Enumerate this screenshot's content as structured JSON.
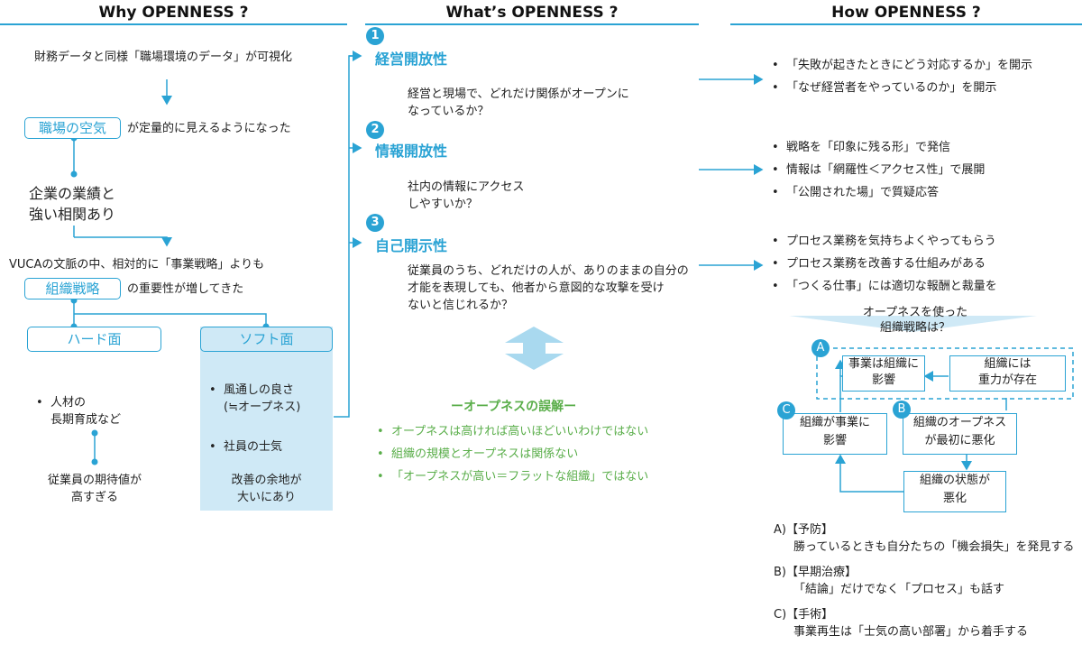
{
  "headers": {
    "why": "Why OPENNESS ?",
    "what": "What’s OPENNESS ?",
    "how": "How OPENNESS ?"
  },
  "left": {
    "top_text": "財務データと同様「職場環境のデータ」が可視化",
    "box1": "職場の空気",
    "box1_text": "が定量的に見えるようになった",
    "corr_line1": "企業の業績と",
    "corr_line2": "強い相関あり",
    "vuca": "VUCAの文脈の中、相対的に「事業戦略」よりも",
    "box2": "組織戦略",
    "box2_text": "の重要性が増してきた",
    "hard": "ハード面",
    "soft": "ソフト面",
    "hard_items": [
      "人材の\n長期育成など"
    ],
    "hard_result": "従業員の期待値が\n高すぎる",
    "soft_items": [
      "風通しの良さ\n(≒オープネス)",
      "社員の士気"
    ],
    "soft_result": "改善の余地が\n大いにあり"
  },
  "middle": {
    "items": [
      {
        "num": "1",
        "title": "経営開放性",
        "desc": "経営と現場で、どれだけ関係がオープンに\nなっているか？"
      },
      {
        "num": "2",
        "title": "情報開放性",
        "desc": "社内の情報にアクセス\nしやすいか？"
      },
      {
        "num": "3",
        "title": "自己開示性",
        "desc": "従業員のうち、どれだけの人が、ありのままの自分の\n才能を表現しても、他者から意図的な攻撃を受け\nないと信じれるか？"
      }
    ],
    "misconception_title": "ーオープネスの誤解ー",
    "misconceptions": [
      "オープネスは高ければ高いほどいいわけではない",
      "組織の規模とオープネスは関係ない",
      "「オープネスが高い＝フラットな組織」ではない"
    ]
  },
  "right": {
    "group1": [
      "「失敗が起きたときにどう対応するか」を開示",
      "「なぜ経営者をやっているのか」を開示"
    ],
    "group2": [
      "戦略を「印象に残る形」で発信",
      "情報は「網羅性＜アクセス性」で展開",
      "「公開された場」で質疑応答"
    ],
    "group3": [
      "プロセス業務を気持ちよくやってもらう",
      "プロセス業務を改善する仕組みがある",
      "「つくる仕事」には適切な報酬と裁量を"
    ],
    "question": "オープネスを使った\n組織戦略は？",
    "cycle": {
      "a_label": "A",
      "b_label": "B",
      "c_label": "C",
      "box_biz": "事業は組織に\n影響",
      "box_gravity": "組織には\n重力が存在",
      "box_org_biz": "組織が事業に\n影響",
      "box_open_bad": "組織のオープネス\nが最初に悪化",
      "box_state_bad": "組織の状態が\n悪化"
    },
    "notes": [
      {
        "head": "A)【予防】",
        "body": "勝っているときも自分たちの「機会損失」を発見する"
      },
      {
        "head": "B)【早期治療】",
        "body": "「結論」だけでなく「プロセス」も話す"
      },
      {
        "head": "C)【手術】",
        "body": "事業再生は「士気の高い部署」から着手する"
      }
    ]
  },
  "colors": {
    "accent": "#2aa3d4",
    "soft_bg": "#cfe9f6",
    "misconception": "#5aae4a"
  }
}
